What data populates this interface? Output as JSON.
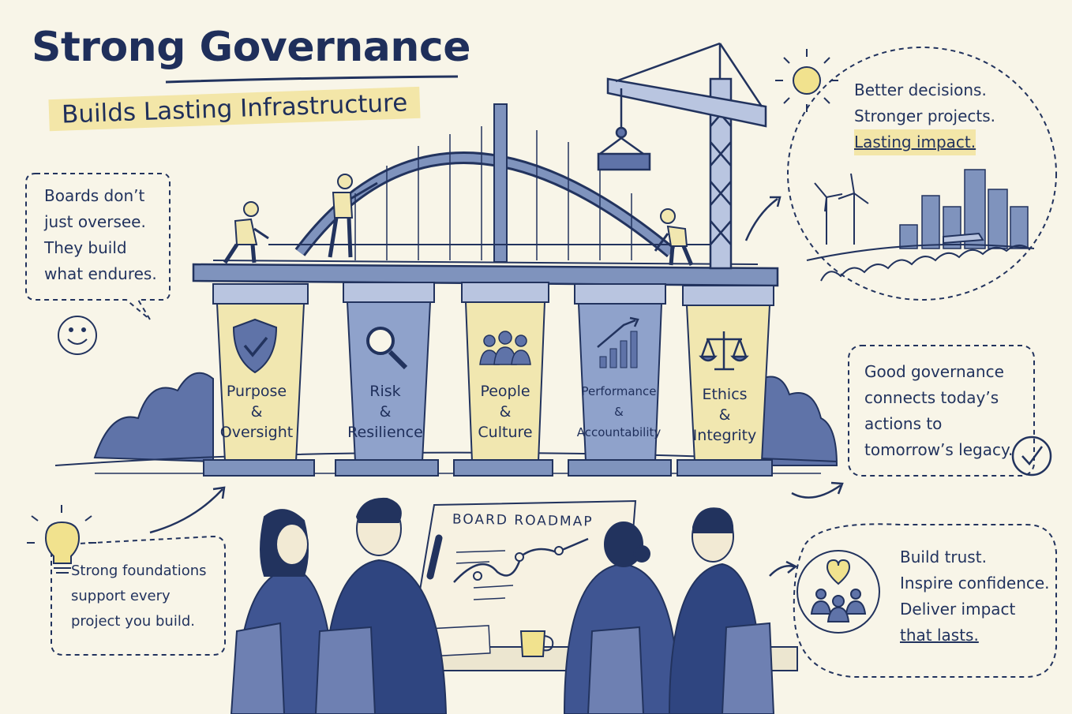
{
  "title": "Strong Governance",
  "subtitle": "Builds Lasting Infrastructure",
  "notes": {
    "boards": [
      "Boards don’t",
      "just oversee.",
      "They build",
      "what endures."
    ],
    "better": [
      "Better decisions.",
      "Stronger projects.",
      "Lasting impact."
    ],
    "good": [
      "Good governance",
      "connects today’s",
      "actions to",
      "tomorrow’s legacy."
    ],
    "strong": [
      "Strong foundations",
      "support every",
      "project you build."
    ],
    "trust": [
      "Build trust.",
      "Inspire confidence.",
      "Deliver impact",
      "that lasts."
    ]
  },
  "pillars": [
    {
      "line1": "Purpose",
      "line2": "&",
      "line3": "Oversight",
      "icon": "shield-check-icon"
    },
    {
      "line1": "Risk",
      "line2": "&",
      "line3": "Resilience",
      "icon": "magnifier-icon"
    },
    {
      "line1": "People",
      "line2": "&",
      "line3": "Culture",
      "icon": "people-group-icon"
    },
    {
      "line1": "Performance",
      "line2": "&",
      "line3": "Accountability",
      "icon": "growth-chart-icon"
    },
    {
      "line1": "Ethics",
      "line2": "&",
      "line3": "Integrity",
      "icon": "scales-icon"
    }
  ],
  "roadmap_title": "BOARD ROADMAP",
  "colors": {
    "navy": "#22335e",
    "blue": "#7f93bd",
    "pale_blue": "#b9c5e0",
    "yellow": "#f3e6a8",
    "paper": "#f8f5e8"
  }
}
